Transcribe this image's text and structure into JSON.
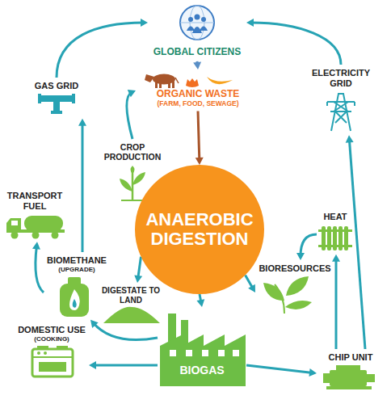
{
  "diagram": {
    "nodes": [
      {
        "text": [
          "GLOBAL CITIZENS"
        ]
      },
      {
        "text": [
          "GAS GRID"
        ]
      },
      {
        "text": [
          "ELECTRICITY GRID"
        ]
      },
      {
        "text": [
          "ORGANIC WASTE",
          "(FARM, FOOD, SEWAGE)"
        ]
      },
      {
        "text": [
          "CROP PRODUCTION"
        ]
      },
      {
        "text": [
          "ANAEROBIC DIGESTION"
        ]
      },
      {
        "text": [
          "TRANSPORT FUEL"
        ]
      },
      {
        "text": [
          "HEAT"
        ]
      },
      {
        "text": [
          "BIOMETHANE",
          "(UPGRADE)"
        ]
      },
      {
        "text": [
          "BIORESOURCES"
        ]
      },
      {
        "text": [
          "DIGESTATE TO LAND"
        ]
      },
      {
        "text": [
          "DOMESTIC USE",
          "(COOKING)"
        ]
      },
      {
        "text": [
          "BIOGAS"
        ]
      },
      {
        "text": [
          "CHIP UNIT"
        ]
      }
    ],
    "edges": [
      {
        "from": 0,
        "to": 3,
        "arrow": "to"
      },
      {
        "from": 3,
        "to": 5,
        "arrow": "to"
      },
      {
        "from": 1,
        "to": 0,
        "arrow": "to"
      },
      {
        "from": 2,
        "to": 0,
        "arrow": "to"
      },
      {
        "from": 4,
        "to": 3,
        "arrow": "to"
      },
      {
        "from": 5,
        "to": 10,
        "arrow": "to"
      },
      {
        "from": 5,
        "to": 12,
        "arrow": "to"
      },
      {
        "from": 5,
        "to": 9,
        "arrow": "to"
      },
      {
        "from": 12,
        "to": 8,
        "arrow": "to"
      },
      {
        "from": 12,
        "to": 11,
        "arrow": "to"
      },
      {
        "from": 12,
        "to": 13,
        "arrow": "to"
      },
      {
        "from": 8,
        "to": 6,
        "arrow": "to"
      },
      {
        "from": 8,
        "to": 1,
        "arrow": "to"
      },
      {
        "from": 13,
        "to": 7,
        "arrow": "to"
      },
      {
        "from": 13,
        "to": 2,
        "arrow": "to"
      },
      {
        "from": 7,
        "to": 9,
        "arrow": "to"
      }
    ]
  }
}
